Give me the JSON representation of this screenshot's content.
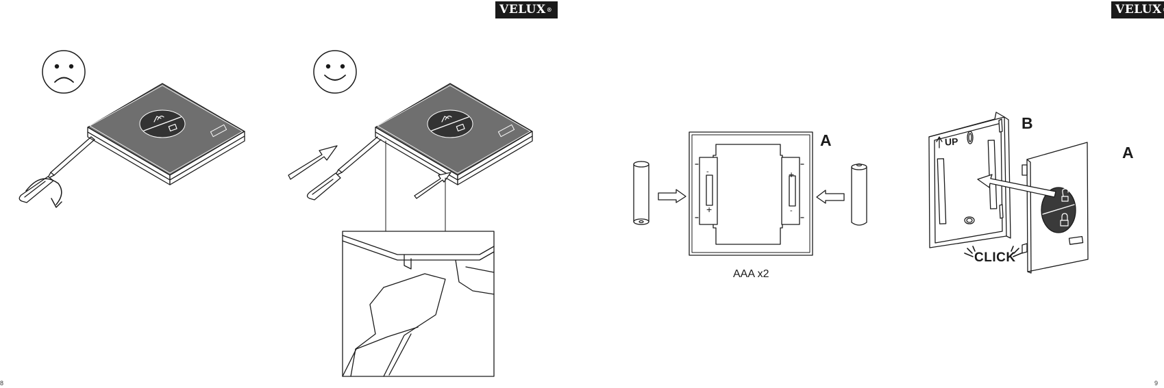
{
  "brand": {
    "logo_text": "VELUX",
    "logo_mark": "®"
  },
  "pages": [
    {
      "page_number": "8",
      "steps": [
        {
          "mood_icon": "sad-face-icon",
          "description_icon": "screwdriver-twist-icon"
        },
        {
          "mood_icon": "happy-face-icon",
          "description_icon": "screwdriver-insert-icon"
        }
      ]
    },
    {
      "page_number": "9",
      "battery": {
        "caption": "AAA x2",
        "label_a": "A",
        "plus": "+",
        "minus": "-"
      },
      "assembly": {
        "label_a": "A",
        "label_b": "B",
        "up_text": "UP",
        "click_text": "CLICK"
      }
    }
  ],
  "colors": {
    "ink": "#1a1a1a",
    "paper": "#ffffff"
  }
}
